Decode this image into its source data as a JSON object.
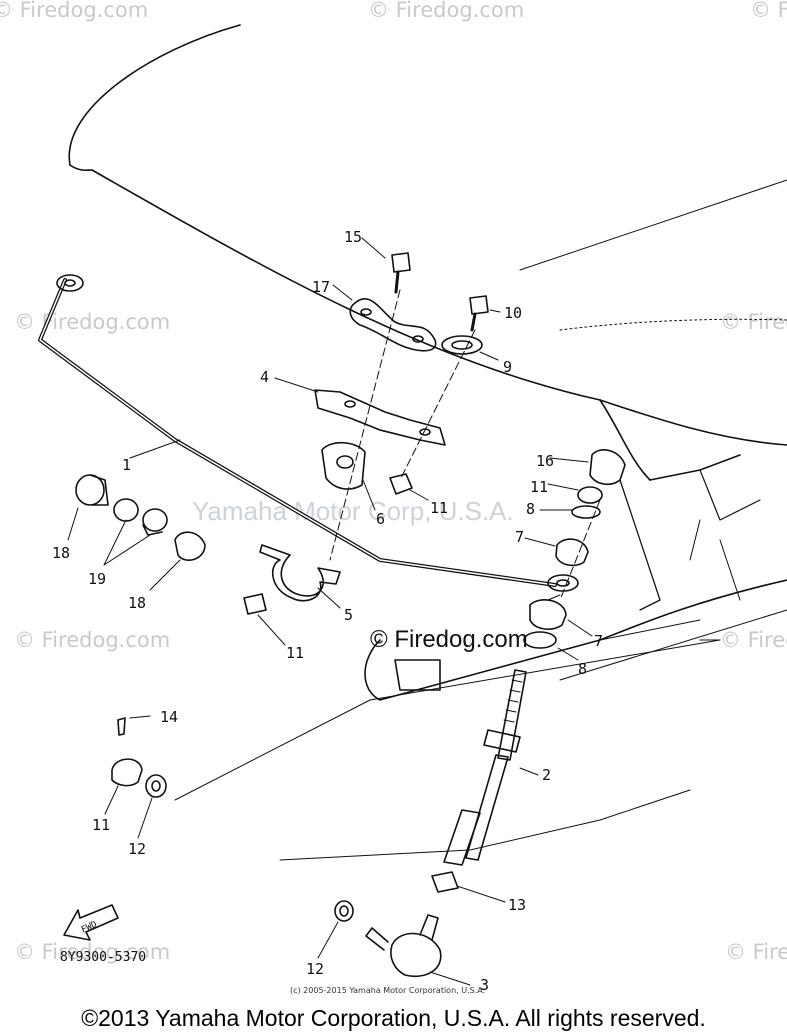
{
  "watermarks": {
    "corner": "© Firedog.com",
    "center": "Yamaha Motor Corp, U.S.A.",
    "mid": "© Firedog.com"
  },
  "callouts": [
    "1",
    "2",
    "3",
    "4",
    "5",
    "6",
    "7",
    "7",
    "8",
    "8",
    "9",
    "10",
    "11",
    "11",
    "11",
    "11",
    "12",
    "12",
    "13",
    "14",
    "15",
    "16",
    "17",
    "18",
    "18",
    "19"
  ],
  "part_code": "8Y9300-5370",
  "fwd_label": "FWD",
  "small_copyright": "(c) 2005-2015 Yamaha Motor Corporation, U.S.A.",
  "footer": "©2013 Yamaha Motor Corporation, U.S.A. All rights reserved."
}
